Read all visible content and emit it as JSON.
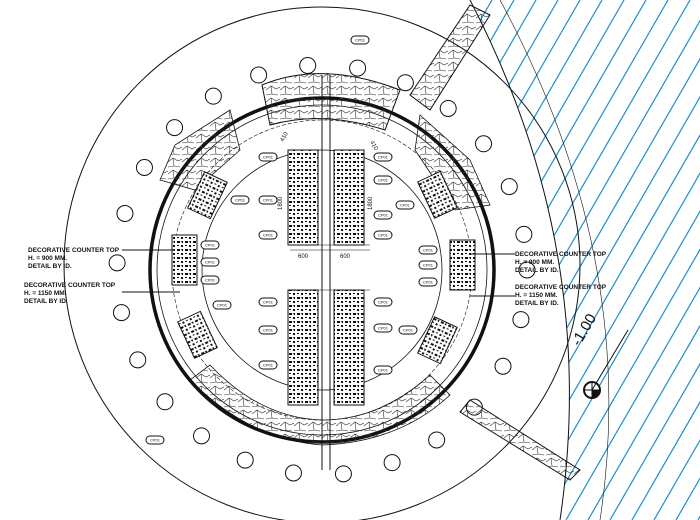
{
  "drawing": {
    "notes": [
      {
        "line1": "DECORATIVE COUNTER TOP",
        "line2": "H. = 900 MM.",
        "line3": "DETAIL BY ID."
      },
      {
        "line1": "DECORATIVE COUNTER TOP",
        "line2": "H. = 1150 MM.",
        "line3": "DETAIL BY ID."
      },
      {
        "line1": "DECORATIVE COUNTER TOP",
        "line2": "H. = 900 MM.",
        "line3": "DETAIL BY ID."
      },
      {
        "line1": "DECORATIVE COUNTER TOP",
        "line2": "H. = 1150 MM.",
        "line3": "DETAIL BY ID."
      }
    ],
    "level_mark": "-1.00",
    "dimensions": [
      "1800",
      "1800",
      "600",
      "600",
      "410",
      "410"
    ],
    "tag_label": "CP01",
    "colors": {
      "hatch": "#1a8fd0",
      "line": "#111111"
    }
  }
}
